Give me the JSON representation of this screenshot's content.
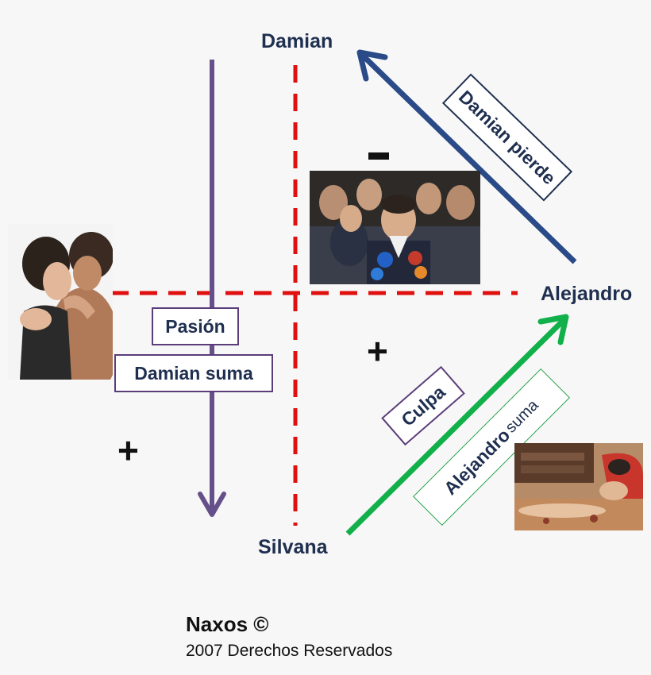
{
  "nodes": {
    "top": "Damian",
    "right": "Alejandro",
    "bottom": "Silvana"
  },
  "labels": {
    "pasion": "Pasión",
    "damian_suma": "Damian suma",
    "culpa": "Culpa",
    "damian_pierde": "Damian pierde",
    "alejandro_suma_bold": "Alejandro",
    "alejandro_suma_light": "suma"
  },
  "signs": {
    "minus": "-",
    "plus_center": "+",
    "plus_left": "+"
  },
  "footer": {
    "title": "Naxos ©",
    "subtitle": "2007 Derechos Reservados"
  },
  "colors": {
    "purple_arrow": "#66508a",
    "blue_arrow": "#2a4b87",
    "green_arrow": "#12b04a",
    "dashed_line": "#e01010",
    "box_border_purple": "#5b3d79",
    "box_border_blue": "#1f2f4f",
    "box_border_green": "#23a24a"
  }
}
